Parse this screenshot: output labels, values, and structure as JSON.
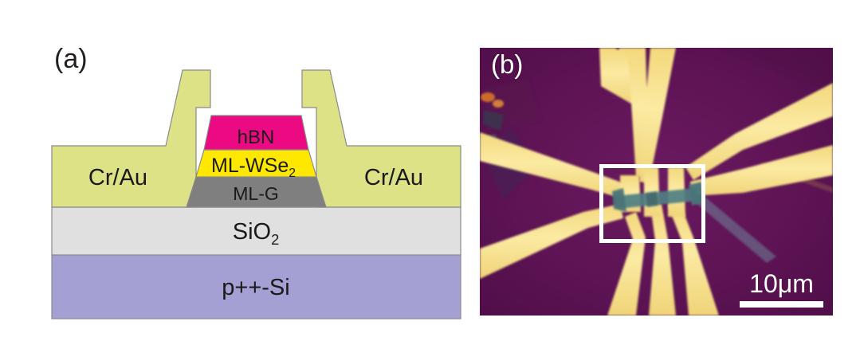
{
  "figure": {
    "panels": [
      {
        "id": "a",
        "label": "(a)",
        "type": "cross-section-schematic",
        "description": "Device cross-section schematic of a monolayer graphene / monolayer WSe2 / hBN van der Waals heterostructure stack contacted by Cr/Au electrodes on a SiO2 / p++-Si substrate."
      },
      {
        "id": "b",
        "label": "(b)",
        "type": "optical-micrograph",
        "description": "Optical microscope image of the fabricated device with radiating Cr/Au electrodes and a white rectangle marking the heterostructure channel region."
      }
    ]
  },
  "panel_a": {
    "label": "(a)",
    "layers": [
      {
        "key": "hbn",
        "name": "hBN",
        "label": "hBN",
        "color": "#ec0a82",
        "text_color": "#1a1a1a"
      },
      {
        "key": "ml_wse2",
        "name": "ML-WSe2",
        "label": "ML-WSe",
        "subscript": "2",
        "color": "#ffe800",
        "text_color": "#1a1a1a"
      },
      {
        "key": "ml_g",
        "name": "ML-G",
        "label": "ML-G",
        "color": "#7f7f7f",
        "text_color": "#1a1a1a"
      },
      {
        "key": "cr_au_left",
        "name": "Cr/Au",
        "label": "Cr/Au",
        "color": "#dde286",
        "text_color": "#1a1a1a"
      },
      {
        "key": "cr_au_right",
        "name": "Cr/Au",
        "label": "Cr/Au",
        "color": "#dde286",
        "text_color": "#1a1a1a"
      },
      {
        "key": "sio2",
        "name": "SiO2",
        "label": "SiO",
        "subscript": "2",
        "color": "#e0e0e0",
        "text_color": "#1a1a1a"
      },
      {
        "key": "p_si",
        "name": "p++-Si",
        "label": "p++-Si",
        "color": "#a5a0d4",
        "text_color": "#1a1a1a"
      }
    ],
    "label_hbn": "hBN",
    "label_wse2_main": "ML-WSe",
    "label_wse2_sub": "2",
    "label_mlg": "ML-G",
    "label_crau_left": "Cr/Au",
    "label_crau_right": "Cr/Au",
    "label_sio2_main": "SiO",
    "label_sio2_sub": "2",
    "label_psi": "p++-Si",
    "colors": {
      "cr_au": "#dde286",
      "hbn": "#ec0a82",
      "ml_wse2": "#ffe800",
      "ml_g": "#7f7f7f",
      "sio2": "#e0e0e0",
      "p_si": "#a5a0d4",
      "outline": "#8a8a8a",
      "background": "#ffffff"
    }
  },
  "panel_b": {
    "label": "(b)",
    "scalebar": {
      "text": "10μm",
      "value": 10,
      "unit": "μm",
      "color": "#ffffff"
    },
    "roi": {
      "name": "region-of-interest",
      "color": "#ffffff",
      "stroke_width": 5
    },
    "colors": {
      "substrate": "#5b1253",
      "gold_electrode": "#f7e18a",
      "flake": "#4f7f82",
      "annotation": "#ffffff"
    },
    "electrode_count": 8
  }
}
